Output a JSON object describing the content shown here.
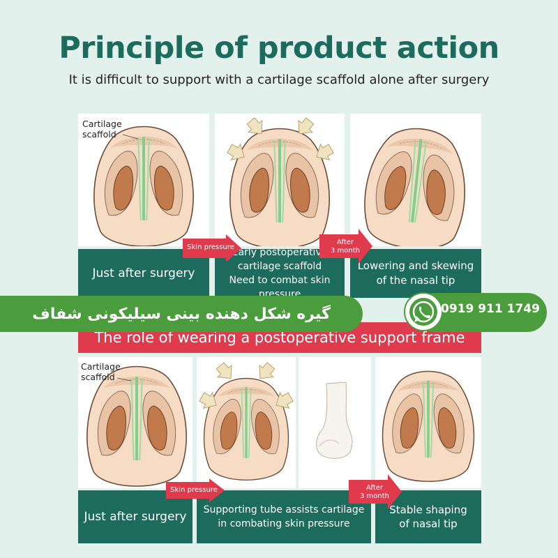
{
  "header": {
    "title": "Principle of product action",
    "subtitle": "It is difficult to support with a cartilage scaffold alone after surgery"
  },
  "top_row": {
    "scaffold_label": "Cartilage\nscaffold",
    "captions": [
      "Just after surgery",
      "Early postoperative\ncartilage scaffold\nNeed to combat skin\npressure",
      "Lowering and skewing\nof the nasal tip"
    ],
    "arrow1": "Skin pressure",
    "arrow2": "After\n3 month"
  },
  "middle": {
    "band_text": "The role of wearing a postoperative support frame",
    "banner_text": "گیره شکل دهنده بینی سیلیکونی شفاف",
    "phone": "0919 911 1749"
  },
  "bottom_row": {
    "scaffold_label": "Cartilage\nscaffold",
    "captions": [
      "Just after surgery",
      "Supporting tube assists cartilage\nin combating skin pressure",
      "Stable shaping\nof nasal tip"
    ],
    "arrow1": "Skin pressure",
    "arrow2": "After\n3 month"
  },
  "colors": {
    "teal": "#1d6b5c",
    "red": "#df3b4c",
    "green": "#4b9c3c",
    "skin": "#f6dcc4",
    "nostril": "#c07a4c"
  }
}
